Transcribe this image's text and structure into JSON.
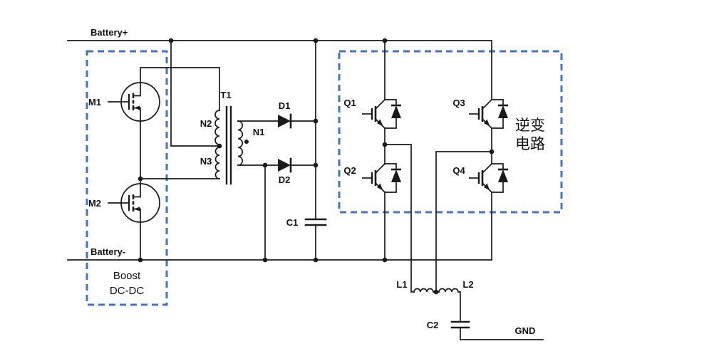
{
  "colors": {
    "wire": "#1a1a1a",
    "dashed_box": "#4472c4",
    "background": "#ffffff"
  },
  "rails": {
    "positive_label": "Battery+",
    "negative_label": "Battery-"
  },
  "boost_section": {
    "title_line1": "Boost",
    "title_line2": "DC-DC",
    "mosfet_labels": [
      "M1",
      "M2"
    ]
  },
  "transformer": {
    "label": "T1",
    "primary_top_label": "N2",
    "primary_bottom_label": "N3",
    "secondary_label": "N1"
  },
  "rectifier": {
    "diode_labels": [
      "D1",
      "D2"
    ],
    "capacitor_label": "C1"
  },
  "inverter_section": {
    "title_line1": "逆变",
    "title_line2": "电路",
    "igbt_labels": [
      "Q1",
      "Q2",
      "Q3",
      "Q4"
    ]
  },
  "output_filter": {
    "inductor_labels": [
      "L1",
      "L2"
    ],
    "capacitor_label": "C2",
    "ground_label": "GND"
  }
}
